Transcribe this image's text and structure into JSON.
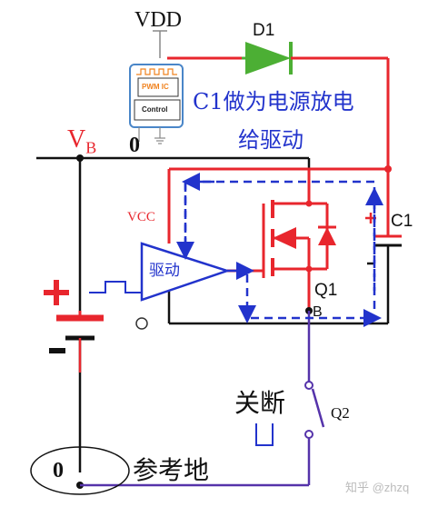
{
  "labels": {
    "vdd": "VDD",
    "d1": "D1",
    "pwm_ic": "PWM IC",
    "control": "Control",
    "c1_note_line1": "C1做为电源放电",
    "c1_note_line2": "给驱动",
    "vb_main": "V",
    "vb_sub": "B",
    "zero_top": "0",
    "vcc": "VCC",
    "driver": "驱动",
    "c1": "C1",
    "q1": "Q1",
    "b_node": "B",
    "shutoff": "关断",
    "q2": "Q2",
    "zero_bottom": "0",
    "ground_ref": "参考地",
    "plus_c1": "+",
    "minus_c1": "-",
    "plus_batt": "+",
    "minus_batt": "-",
    "watermark": "知乎 @zhzq"
  },
  "colors": {
    "red": "#e8262d",
    "blue": "#2233cc",
    "green": "#4caf34",
    "black": "#111111",
    "purple": "#5533aa",
    "grey": "#888888",
    "ic_blue": "#4a86c8",
    "ic_orange": "#f0821e"
  }
}
